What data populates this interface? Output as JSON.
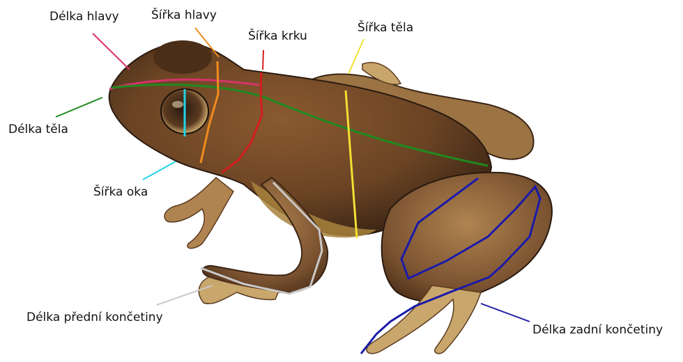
{
  "labels": {
    "head_length": "Délka hlavy",
    "head_width": "Šířka hlavy",
    "neck_width": "Šířka krku",
    "body_width": "Šířka těla",
    "body_length": "Délka těla",
    "eye_width": "Šířka oka",
    "forelimb_length": "Délka přední končetiny",
    "hindlimb_length": "Délka zadní končetiny"
  },
  "colors": {
    "head_length": "#d6336c",
    "head_width": "#f08c1e",
    "neck_width": "#d41e1e",
    "body_width": "#f2e033",
    "body_length": "#1f8a1f",
    "eye_width": "#22d3e6",
    "forelimb_length": "#c8c8c8",
    "hindlimb_length": "#1a1aa8",
    "frog_body": "#6b4424",
    "frog_dark": "#3a2414",
    "frog_light": "#c9a66b",
    "frog_belly": "#a8823c"
  },
  "subject": "frog-photo"
}
